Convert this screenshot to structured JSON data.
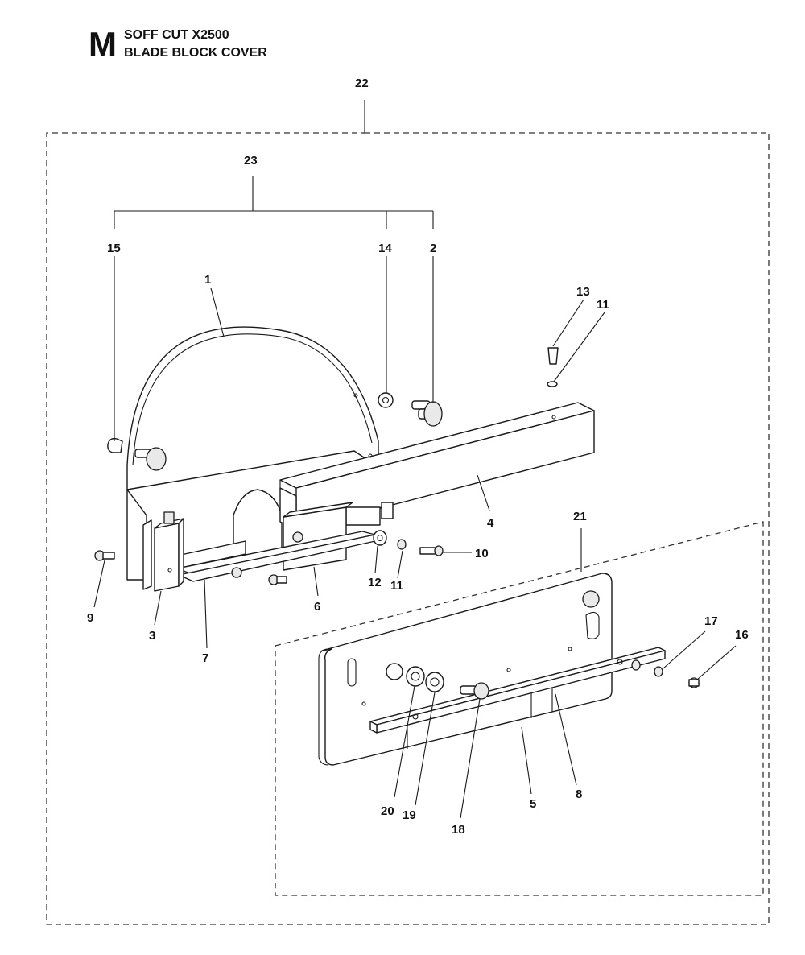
{
  "header": {
    "section_letter": "M",
    "model": "SOFF CUT X2500",
    "section_title": "BLADE BLOCK COVER"
  },
  "labels": {
    "l1": "1",
    "l2": "2",
    "l3": "3",
    "l4": "4",
    "l5": "5",
    "l6": "6",
    "l7": "7",
    "l8": "8",
    "l9": "9",
    "l10": "10",
    "l11a": "11",
    "l11b": "11",
    "l12": "12",
    "l13": "13",
    "l14": "14",
    "l15": "15",
    "l16": "16",
    "l17": "17",
    "l18": "18",
    "l19": "19",
    "l20": "20",
    "l21": "21",
    "l22": "22",
    "l23": "23"
  }
}
